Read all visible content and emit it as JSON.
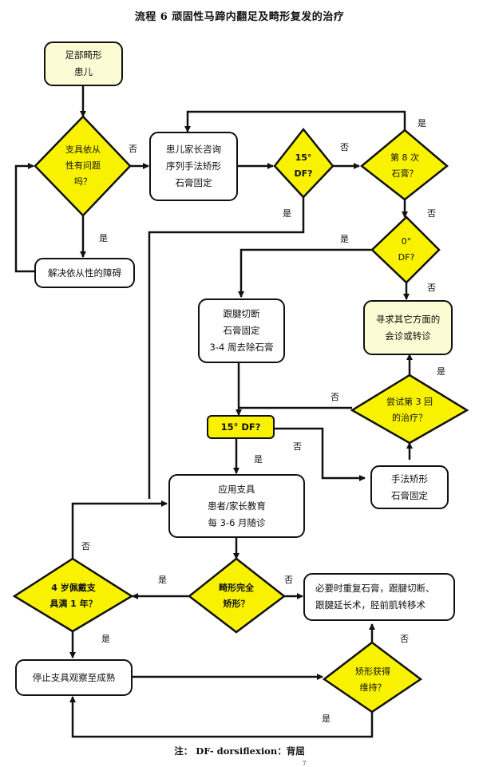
{
  "title": "流程 6 顽固性马蹄内翻足及畸形复发的治疗",
  "nodes": {
    "start": [
      "足部畸形",
      "患儿"
    ],
    "compliance_q": [
      "支具依从",
      "性有问题",
      "吗？"
    ],
    "resolve": [
      "解决依从性的障碍"
    ],
    "consult": [
      "患儿家长咨询",
      "序列手法矫形",
      "石膏固定"
    ],
    "df15_q1": [
      "15°",
      "DF?"
    ],
    "cast8_q": [
      "第 8 次",
      "石膏？"
    ],
    "df0_q": [
      "0°",
      "DF?"
    ],
    "tenotomy": [
      "跟腱切断",
      "石膏固定",
      "3-4 周去除石膏"
    ],
    "referral": [
      "寻求其它方面的",
      "会诊或转诊"
    ],
    "third_try_q": [
      "尝试第 3 回",
      "的治疗？"
    ],
    "df15_q2": [
      "15° DF?"
    ],
    "manip": [
      "手法矫形",
      "石膏固定"
    ],
    "brace": [
      "应用支具",
      "患者/家长教育",
      "每 3-6 月随诊"
    ],
    "age4_q": [
      "4 岁佩戴支",
      "具满 1 年？"
    ],
    "corrected_q": [
      "畸形完全",
      "矫形？"
    ],
    "surgery": [
      "必要时重复石膏，跟腱切断、",
      "跟腱延长术，胫前肌转移术"
    ],
    "stop": [
      "停止支具观察至成熟"
    ],
    "maintained_q": [
      "矫形获得",
      "维持？"
    ]
  },
  "labels": {
    "yes": "是",
    "no": "否"
  },
  "note": "注：  DF- dorsiflexion：背屈",
  "page_number": "7",
  "colors": {
    "decision_fill": "#f8f200",
    "start_fill": "#fdfbd3",
    "line": "#111111"
  }
}
